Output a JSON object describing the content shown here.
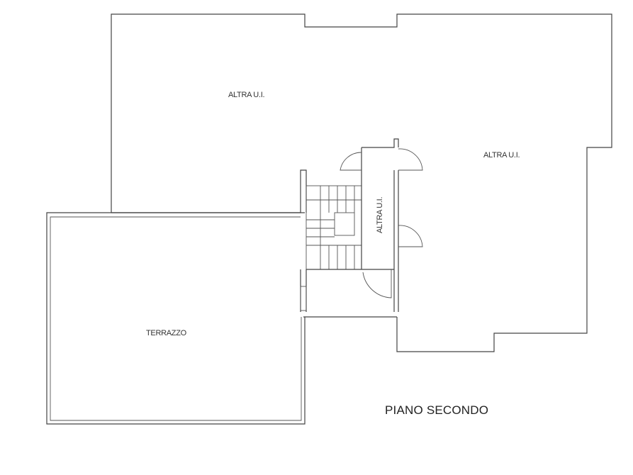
{
  "plan": {
    "rooms": {
      "north": "ALTRA U.I.",
      "east": "ALTRA U.I.",
      "corridor": "ALTRA U.I.",
      "terrace": "TERRAZZO"
    },
    "floor_title": "PIANO SECONDO"
  }
}
